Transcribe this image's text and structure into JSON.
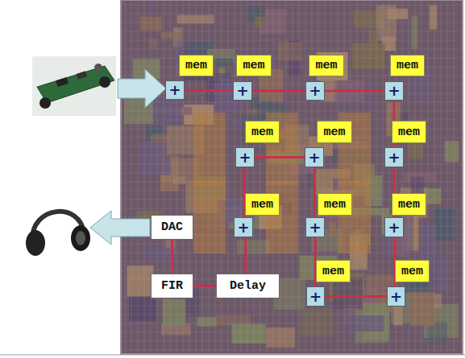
{
  "diagram": {
    "nodes": [
      {
        "text": [
          "mem"
        ]
      },
      {
        "text": [
          "+"
        ]
      },
      {
        "text": [
          "mem"
        ]
      },
      {
        "text": [
          "+"
        ]
      },
      {
        "text": [
          "mem"
        ]
      },
      {
        "text": [
          "+"
        ]
      },
      {
        "text": [
          "mem"
        ]
      },
      {
        "text": [
          "+"
        ]
      },
      {
        "text": [
          "mem"
        ]
      },
      {
        "text": [
          "+"
        ]
      },
      {
        "text": [
          "mem"
        ]
      },
      {
        "text": [
          "+"
        ]
      },
      {
        "text": [
          "mem"
        ]
      },
      {
        "text": [
          "+"
        ]
      },
      {
        "text": [
          "mem"
        ]
      },
      {
        "text": [
          "+"
        ]
      },
      {
        "text": [
          "mem"
        ]
      },
      {
        "text": [
          "+"
        ]
      },
      {
        "text": [
          "mem"
        ]
      },
      {
        "text": [
          "+"
        ]
      },
      {
        "text": [
          "mem"
        ]
      },
      {
        "text": [
          "+"
        ]
      },
      {
        "text": [
          "mem"
        ]
      },
      {
        "text": [
          "+"
        ]
      },
      {
        "text": [
          "DAC"
        ]
      },
      {
        "text": [
          "FIR"
        ]
      },
      {
        "text": [
          "Delay"
        ]
      }
    ],
    "edges": [
      {
        "from": 1,
        "to": 3,
        "arrow": "none"
      },
      {
        "from": 3,
        "to": 5,
        "arrow": "none"
      },
      {
        "from": 5,
        "to": 7,
        "arrow": "none"
      },
      {
        "from": 7,
        "to": 13,
        "arrow": "none"
      },
      {
        "from": 13,
        "to": 19,
        "arrow": "none"
      },
      {
        "from": 19,
        "to": 23,
        "arrow": "none"
      },
      {
        "from": 21,
        "to": 23,
        "arrow": "none"
      },
      {
        "from": 17,
        "to": 21,
        "arrow": "none"
      },
      {
        "from": 11,
        "to": 17,
        "arrow": "none"
      },
      {
        "from": 9,
        "to": 11,
        "arrow": "none"
      },
      {
        "from": 9,
        "to": 15,
        "arrow": "none"
      },
      {
        "from": 15,
        "to": 26,
        "arrow": "none"
      },
      {
        "from": 25,
        "to": 26,
        "arrow": "none"
      },
      {
        "from": 24,
        "to": 25,
        "arrow": "none"
      }
    ]
  }
}
